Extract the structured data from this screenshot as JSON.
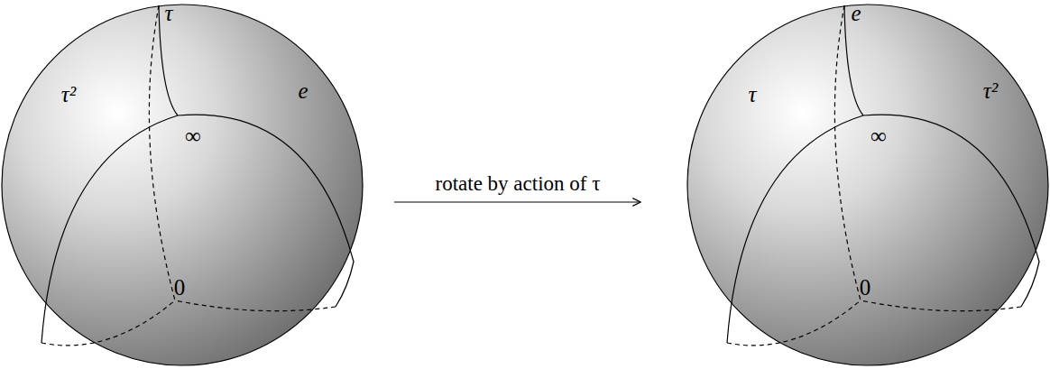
{
  "diagram": {
    "labels": [
      "τ",
      "∞",
      "e",
      "τ²",
      "0",
      "rotate by action of τ",
      "e",
      "∞",
      "τ²",
      "τ",
      "0"
    ]
  }
}
